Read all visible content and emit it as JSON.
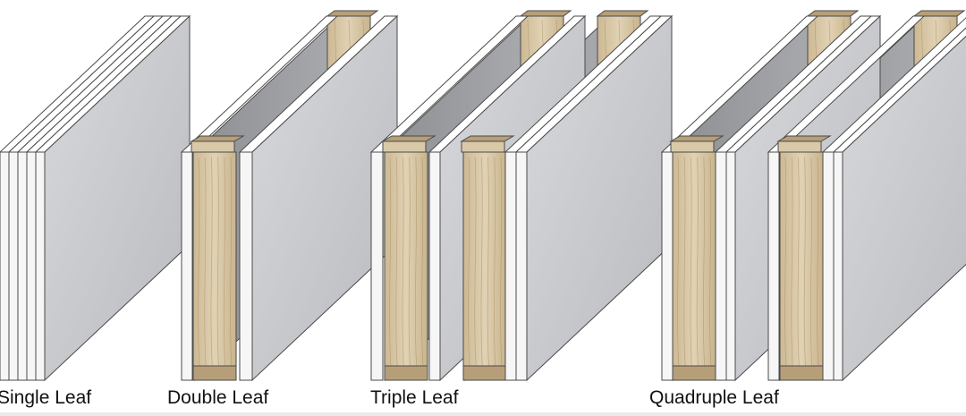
{
  "labels": {
    "single": "Single Leaf",
    "double": "Double Leaf",
    "triple": "Triple Leaf",
    "quadruple": "Quadruple Leaf"
  },
  "colors": {
    "board_face": "#c4c5c9",
    "board_face_light": "#d6d7da",
    "board_edge": "#f6f6f6",
    "board_top": "#ffffff",
    "board_outline": "#4a4a4a",
    "stud_wood": "#d9c9a8",
    "stud_wood_dark": "#b69f78",
    "stud_grain": "#a88c62",
    "background": "#ffffff",
    "footer_band": "#e9eaec"
  }
}
